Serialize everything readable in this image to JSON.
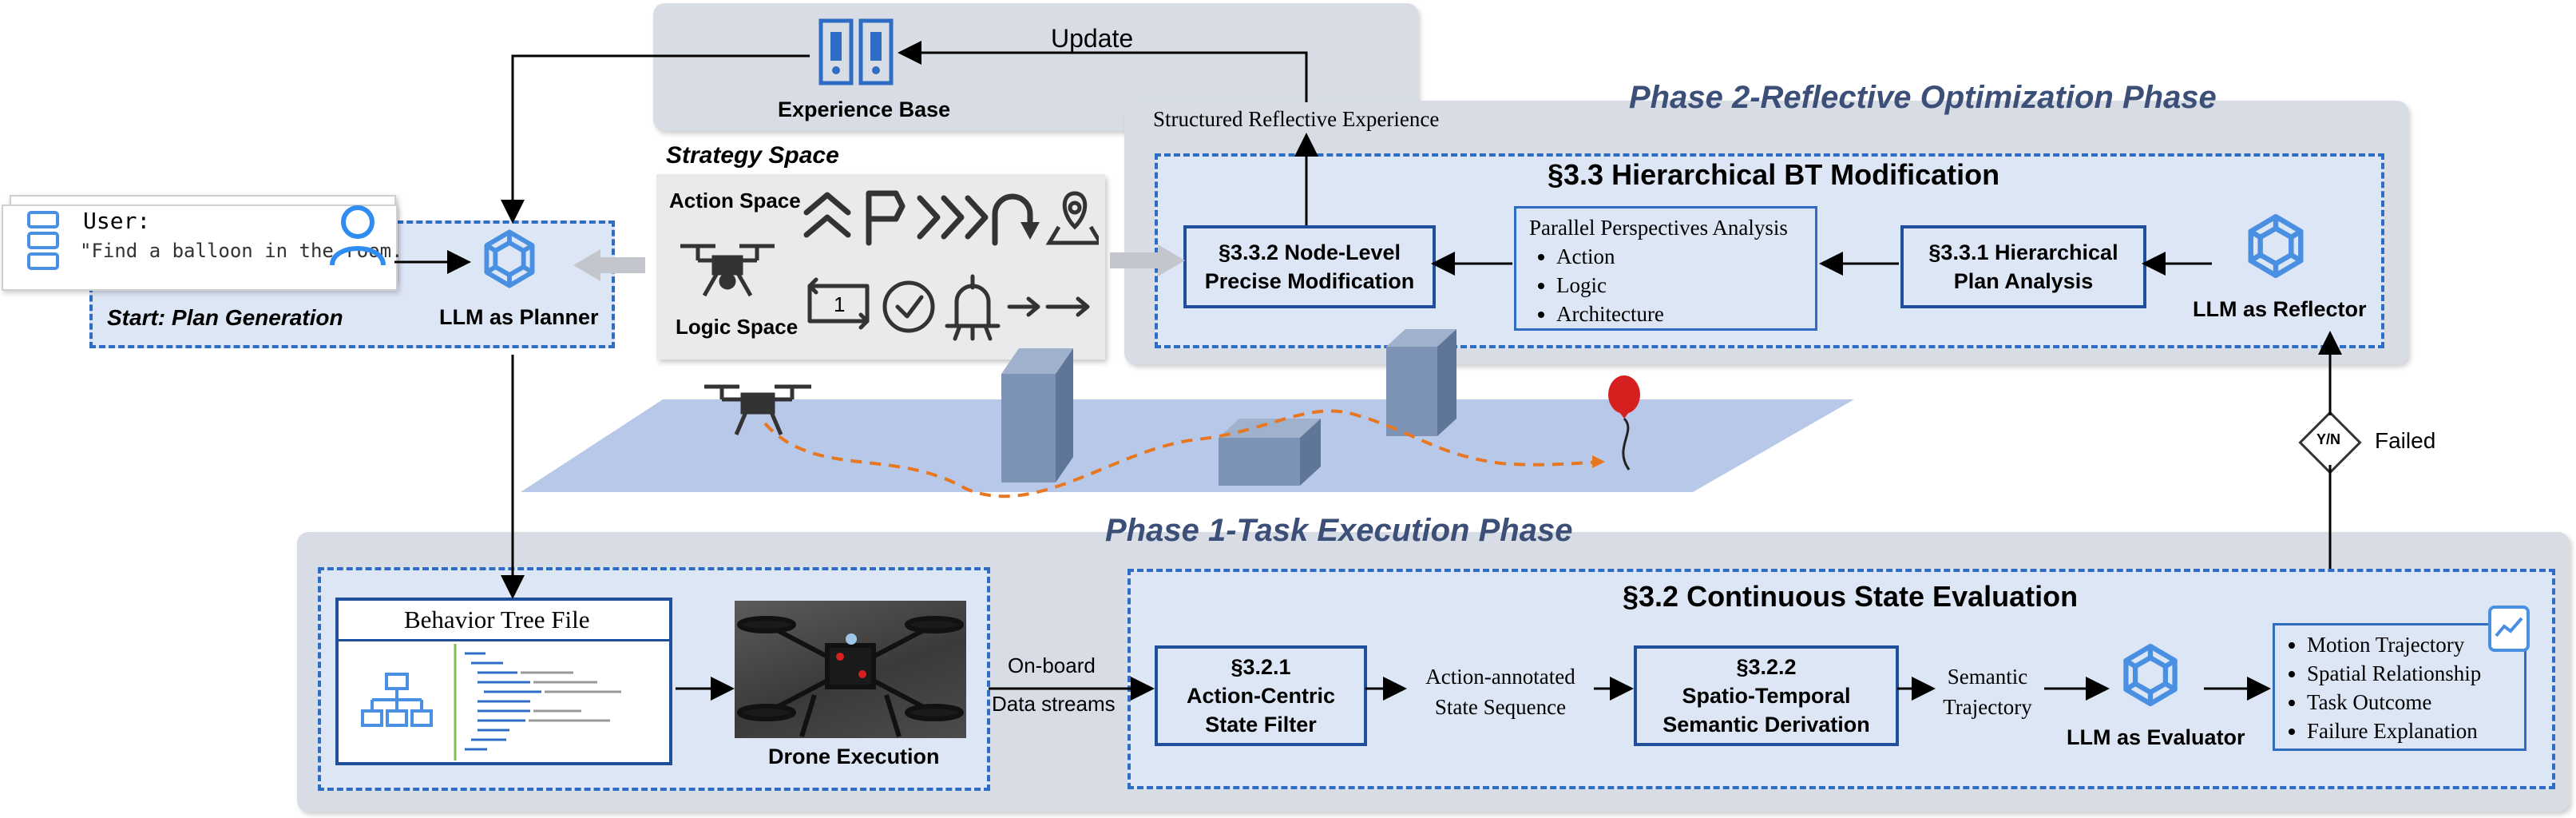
{
  "experience": {
    "label": "Experience Base",
    "update_label": "Update"
  },
  "phase2": {
    "title": "Phase 2-Reflective Optimization Phase",
    "structured_label": "Structured Reflective Experience",
    "section_title": "§3.3 Hierarchical BT Modification",
    "node_modification": [
      "§3.3.2 Node-Level",
      "Precise Modification"
    ],
    "parallel": {
      "title": "Parallel Perspectives Analysis",
      "items": [
        "Action",
        "Logic",
        "Architecture"
      ]
    },
    "hierarchical_plan": [
      "§3.3.1 Hierarchical",
      "Plan Analysis"
    ],
    "reflector_label": "LLM as Reflector"
  },
  "strategy": {
    "title": "Strategy Space",
    "action_label": "Action Space",
    "logic_label": "Logic Space",
    "loop_number": "1"
  },
  "user": {
    "label": "User:",
    "query": "\"Find a balloon in the room."
  },
  "start": {
    "label": "Start: Plan Generation",
    "planner_label": "LLM as Planner"
  },
  "decision": {
    "label": "Y/N",
    "failed_label": "Failed"
  },
  "phase1": {
    "title": "Phase 1-Task Execution Phase",
    "bt_file_label": "Behavior Tree File",
    "drone_execution_label": "Drone Execution",
    "onboard_label": "On-board",
    "datastreams_label": "Data streams",
    "section_title": "§3.2 Continuous State Evaluation",
    "state_filter": [
      "§3.2.1",
      "Action-Centric",
      "State Filter"
    ],
    "annotated": [
      "Action-annotated",
      "State Sequence"
    ],
    "spatio": [
      "§3.2.2",
      "Spatio-Temporal",
      "Semantic Derivation"
    ],
    "semantic": [
      "Semantic",
      "Trajectory"
    ],
    "evaluator_label": "LLM as Evaluator",
    "outputs": [
      "Motion Trajectory",
      "Spatial Relationship",
      "Task Outcome",
      "Failure Explanation"
    ]
  },
  "colors": {
    "accent": "#2f6cc4",
    "border": "#1f4e9b",
    "panel": "#d7dce5",
    "fill": "#dde6f5",
    "orange": "#e87722",
    "balloon": "#d62020"
  }
}
